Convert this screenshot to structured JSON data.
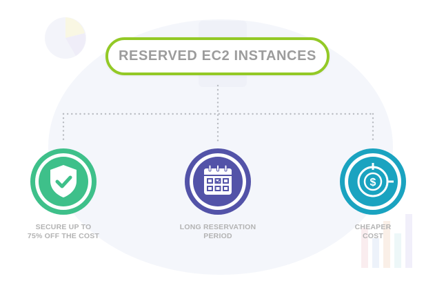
{
  "title": "RESERVED EC2 INSTANCES",
  "colors": {
    "title_border": "#93c926",
    "title_text": "#9c9c9c",
    "connector": "#b9bcc2",
    "secure": "#3ec08a",
    "reservation": "#5353a8",
    "cheaper": "#1aa3c0",
    "label_text": "#b3b3b3"
  },
  "features": [
    {
      "icon": "shield-check-icon",
      "label_lines": [
        "SECURE UP TO",
        "75% OFF THE COST"
      ]
    },
    {
      "icon": "calendar-icon",
      "label_lines": [
        "LONG RESERVATION",
        "PERIOD"
      ]
    },
    {
      "icon": "dollar-chart-icon",
      "label_lines": [
        "CHEAPER",
        "COST"
      ]
    }
  ]
}
